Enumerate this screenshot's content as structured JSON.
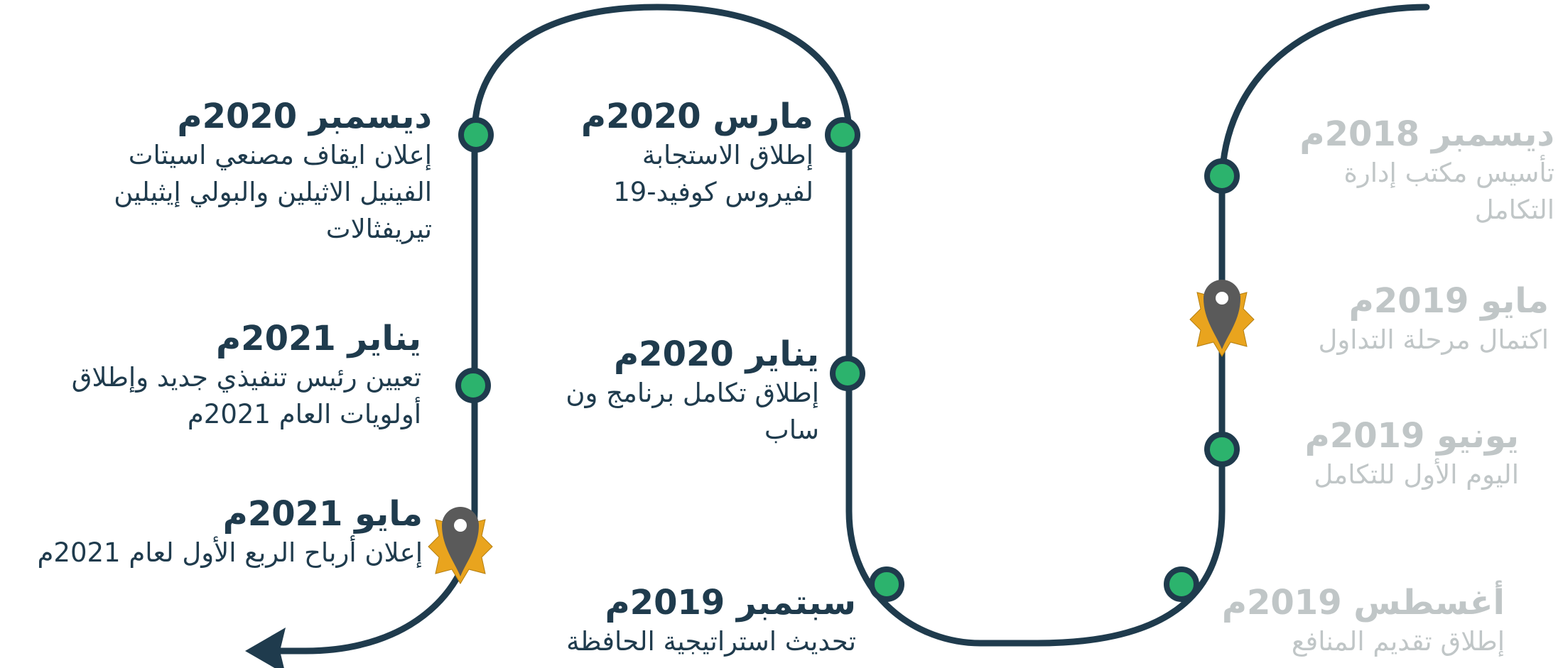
{
  "colors": {
    "path": "#1f3b4d",
    "dot_fill": "#2cb36d",
    "dot_stroke": "#1f3b4d",
    "pin": "#5a5a5a",
    "badge": "#e9a41e",
    "past_text": "#c0c6c7",
    "active_text": "#1f3b4d"
  },
  "events": [
    {
      "date": "ديسمبر 2018م",
      "desc": "تأسيس مكتب إدارة\nالتكامل",
      "state": "past"
    },
    {
      "date": "مايو 2019م",
      "desc": "اكتمال مرحلة التداول",
      "state": "past",
      "icon": "pin-badge-icon"
    },
    {
      "date": "يونيو 2019م",
      "desc": "اليوم الأول للتكامل",
      "state": "past"
    },
    {
      "date": "أغسطس 2019م",
      "desc": "إطلاق تقديم المنافع",
      "state": "past"
    },
    {
      "date": "سبتمبر 2019م",
      "desc": "تحديث استراتيجية الحافظة",
      "state": "active"
    },
    {
      "date": "يناير 2020م",
      "desc": "إطلاق تكامل برنامج ون\nساب",
      "state": "active"
    },
    {
      "date": "مارس 2020م",
      "desc": "إطلاق الاستجابة\nلفيروس كوفيد-19",
      "state": "active"
    },
    {
      "date": "ديسمبر 2020م",
      "desc": "إعلان ايقاف مصنعي اسيتات\nالفينيل الاثيلين والبولي إيثيلين\nتيريفثالات",
      "state": "active"
    },
    {
      "date": "يناير 2021م",
      "desc": "تعيين رئيس تنفيذي جديد وإطلاق\nأولويات العام 2021م",
      "state": "active"
    },
    {
      "date": "مايو 2021م",
      "desc": "إعلان أرباح الربع الأول لعام 2021م",
      "state": "active",
      "icon": "pin-badge-icon"
    }
  ]
}
